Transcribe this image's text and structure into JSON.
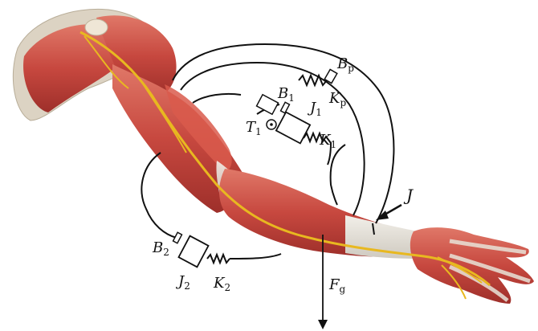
{
  "labels": {
    "Bp": {
      "main": "B",
      "sub": "p"
    },
    "Kp": {
      "main": "K",
      "sub": "p"
    },
    "B1": {
      "main": "B",
      "sub": "1"
    },
    "J1": {
      "main": "J",
      "sub": "1"
    },
    "T1": {
      "main": "T",
      "sub": "1"
    },
    "K1": {
      "main": "K",
      "sub": "1"
    },
    "J": {
      "main": "J",
      "sub": ""
    },
    "B2": {
      "main": "B",
      "sub": "2"
    },
    "J2": {
      "main": "J",
      "sub": "2"
    },
    "K2": {
      "main": "K",
      "sub": "2"
    },
    "Fg": {
      "main": "F",
      "sub": "g"
    }
  },
  "colors": {
    "muscle": "#c7483f",
    "muscle_dark": "#9e2f2a",
    "muscle_light": "#e07868",
    "nerve": "#e8b820",
    "tendon": "#e6e2da",
    "ink": "#111111"
  }
}
